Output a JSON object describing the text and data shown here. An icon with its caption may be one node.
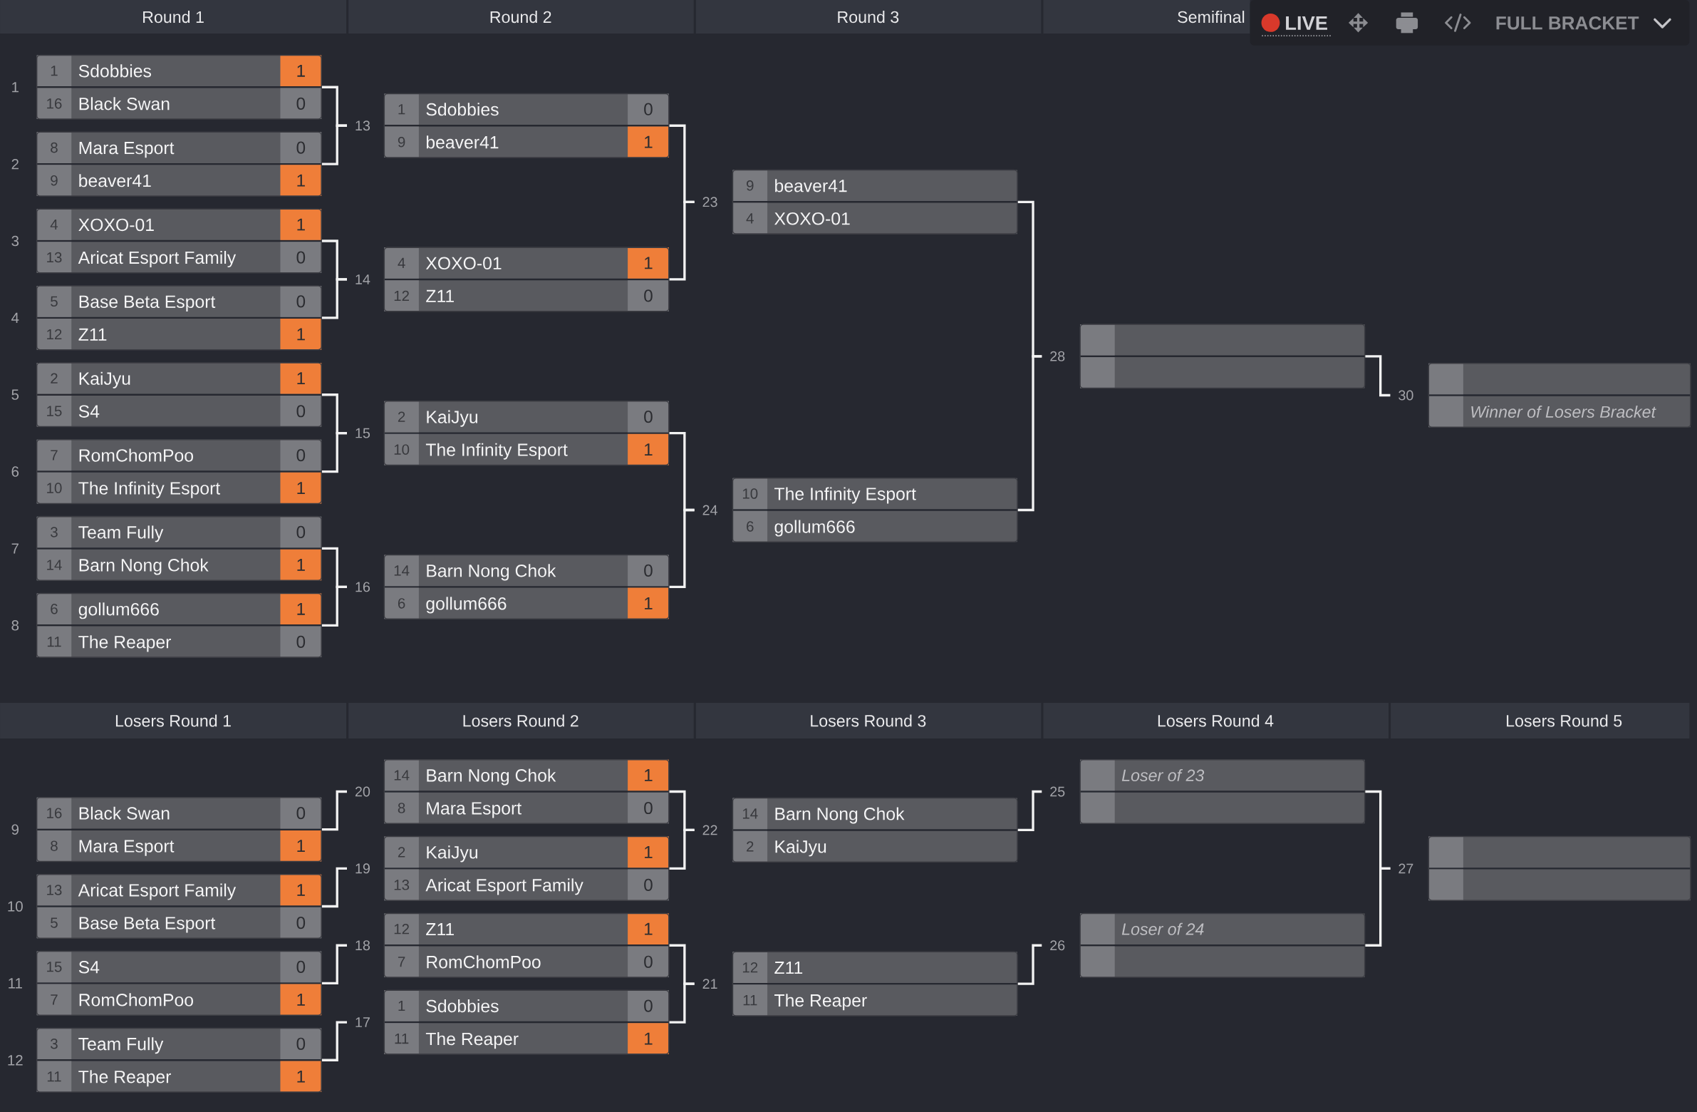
{
  "diagram": {
    "nodes": [
      {
        "text": [
          "Round 1"
        ]
      },
      {
        "text": [
          "Round 2"
        ]
      },
      {
        "text": [
          "Round 3"
        ]
      },
      {
        "text": [
          "Semifinal"
        ]
      },
      {
        "text": [],
        "shape": "box",
        "beside": [
          "1"
        ]
      },
      {
        "text": [
          "1",
          "Sdobbies",
          "1"
        ],
        "in": 4
      },
      {
        "text": [
          "16",
          "Black Swan",
          "0"
        ],
        "in": 4
      },
      {
        "text": [],
        "shape": "box",
        "beside": [
          "2"
        ]
      },
      {
        "text": [
          "8",
          "Mara Esport",
          "0"
        ],
        "in": 7
      },
      {
        "text": [
          "9",
          "beaver41",
          "1"
        ],
        "in": 7
      },
      {
        "text": [],
        "shape": "box",
        "beside": [
          "3"
        ]
      },
      {
        "text": [
          "4",
          "XOXO-01",
          "1"
        ],
        "in": 10
      },
      {
        "text": [
          "13",
          "Aricat Esport Family",
          "0"
        ],
        "in": 10
      },
      {
        "text": [],
        "shape": "box",
        "beside": [
          "4"
        ]
      },
      {
        "text": [
          "5",
          "Base Beta Esport",
          "0"
        ],
        "in": 13
      },
      {
        "text": [
          "12",
          "Z11",
          "1"
        ],
        "in": 13
      },
      {
        "text": [],
        "shape": "box",
        "beside": [
          "5"
        ]
      },
      {
        "text": [
          "2",
          "KaiJyu",
          "1"
        ],
        "in": 16
      },
      {
        "text": [
          "15",
          "S4",
          "0"
        ],
        "in": 16
      },
      {
        "text": [],
        "shape": "box",
        "beside": [
          "6"
        ]
      },
      {
        "text": [
          "7",
          "RomChomPoo",
          "0"
        ],
        "in": 19
      },
      {
        "text": [
          "10",
          "The Infinity Esport",
          "1"
        ],
        "in": 19
      },
      {
        "text": [],
        "shape": "box",
        "beside": [
          "7"
        ]
      },
      {
        "text": [
          "3",
          "Team Fully",
          "0"
        ],
        "in": 22
      },
      {
        "text": [
          "14",
          "Barn Nong Chok",
          "1"
        ],
        "in": 22
      },
      {
        "text": [],
        "shape": "box",
        "beside": [
          "8"
        ]
      },
      {
        "text": [
          "6",
          "gollum666",
          "1"
        ],
        "in": 25
      },
      {
        "text": [
          "11",
          "The Reaper",
          "0"
        ],
        "in": 25
      },
      {
        "text": [
          "13"
        ]
      },
      {
        "text": [
          "14"
        ]
      },
      {
        "text": [
          "15"
        ]
      },
      {
        "text": [
          "16"
        ]
      },
      {
        "text": [],
        "shape": "box"
      },
      {
        "text": [
          "1",
          "Sdobbies",
          "0"
        ],
        "in": 32
      },
      {
        "text": [
          "9",
          "beaver41",
          "1"
        ],
        "in": 32
      },
      {
        "text": [],
        "shape": "box"
      },
      {
        "text": [
          "4",
          "XOXO-01",
          "1"
        ],
        "in": 35
      },
      {
        "text": [
          "12",
          "Z11",
          "0"
        ],
        "in": 35
      },
      {
        "text": [],
        "shape": "box"
      },
      {
        "text": [
          "2",
          "KaiJyu",
          "0"
        ],
        "in": 38
      },
      {
        "text": [
          "10",
          "The Infinity Esport",
          "1"
        ],
        "in": 38
      },
      {
        "text": [],
        "shape": "box"
      },
      {
        "text": [
          "14",
          "Barn Nong Chok",
          "0"
        ],
        "in": 41
      },
      {
        "text": [
          "6",
          "gollum666",
          "1"
        ],
        "in": 41
      },
      {
        "text": [
          "23"
        ]
      },
      {
        "text": [
          "24"
        ]
      },
      {
        "text": [],
        "shape": "box"
      },
      {
        "text": [
          "9",
          "beaver41"
        ],
        "in": 46
      },
      {
        "text": [
          "4",
          "XOXO-01"
        ],
        "in": 46
      },
      {
        "text": [],
        "shape": "box"
      },
      {
        "text": [
          "10",
          "The Infinity Esport"
        ],
        "in": 49
      },
      {
        "text": [
          "6",
          "gollum666"
        ],
        "in": 49
      },
      {
        "text": [
          "28"
        ]
      },
      {
        "text": [],
        "shape": "box"
      },
      {
        "text": [],
        "shape": "bar",
        "in": 53
      },
      {
        "text": [],
        "shape": "bar",
        "in": 53
      },
      {
        "text": [
          "30"
        ]
      },
      {
        "text": [],
        "shape": "box"
      },
      {
        "text": [],
        "shape": "bar",
        "in": 57
      },
      {
        "text": [
          "Winner of Losers Bracket"
        ],
        "in": 57
      },
      {
        "text": [
          "Losers Round 1"
        ]
      },
      {
        "text": [
          "Losers Round 2"
        ]
      },
      {
        "text": [
          "Losers Round 3"
        ]
      },
      {
        "text": [
          "Losers Round 4"
        ]
      },
      {
        "text": [
          "Losers Round 5"
        ]
      },
      {
        "text": [],
        "shape": "box",
        "beside": [
          "9"
        ]
      },
      {
        "text": [
          "16",
          "Black Swan",
          "0"
        ],
        "in": 65
      },
      {
        "text": [
          "8",
          "Mara Esport",
          "1"
        ],
        "in": 65
      },
      {
        "text": [],
        "shape": "box",
        "beside": [
          "10"
        ]
      },
      {
        "text": [
          "13",
          "Aricat Esport Family",
          "1"
        ],
        "in": 68
      },
      {
        "text": [
          "5",
          "Base Beta Esport",
          "0"
        ],
        "in": 68
      },
      {
        "text": [],
        "shape": "box",
        "beside": [
          "11"
        ]
      },
      {
        "text": [
          "15",
          "S4",
          "0"
        ],
        "in": 71
      },
      {
        "text": [
          "7",
          "RomChomPoo",
          "1"
        ],
        "in": 71
      },
      {
        "text": [],
        "shape": "box",
        "beside": [
          "12"
        ]
      },
      {
        "text": [
          "3",
          "Team Fully",
          "0"
        ],
        "in": 74
      },
      {
        "text": [
          "11",
          "The Reaper",
          "1"
        ],
        "in": 74
      },
      {
        "text": [
          "20"
        ]
      },
      {
        "text": [
          "19"
        ]
      },
      {
        "text": [
          "18"
        ]
      },
      {
        "text": [
          "17"
        ]
      },
      {
        "text": [],
        "shape": "box"
      },
      {
        "text": [
          "14",
          "Barn Nong Chok",
          "1"
        ],
        "in": 81
      },
      {
        "text": [
          "8",
          "Mara Esport",
          "0"
        ],
        "in": 81
      },
      {
        "text": [],
        "shape": "box"
      },
      {
        "text": [
          "2",
          "KaiJyu",
          "1"
        ],
        "in": 84
      },
      {
        "text": [
          "13",
          "Aricat Esport Family",
          "0"
        ],
        "in": 84
      },
      {
        "text": [],
        "shape": "box"
      },
      {
        "text": [
          "12",
          "Z11",
          "1"
        ],
        "in": 87
      },
      {
        "text": [
          "7",
          "RomChomPoo",
          "0"
        ],
        "in": 87
      },
      {
        "text": [],
        "shape": "box"
      },
      {
        "text": [
          "1",
          "Sdobbies",
          "0"
        ],
        "in": 90
      },
      {
        "text": [
          "11",
          "The Reaper",
          "1"
        ],
        "in": 90
      },
      {
        "text": [
          "22"
        ]
      },
      {
        "text": [
          "21"
        ]
      },
      {
        "text": [],
        "shape": "box"
      },
      {
        "text": [
          "14",
          "Barn Nong Chok"
        ],
        "in": 95
      },
      {
        "text": [
          "2",
          "KaiJyu"
        ],
        "in": 95
      },
      {
        "text": [],
        "shape": "box"
      },
      {
        "text": [
          "12",
          "Z11"
        ],
        "in": 98
      },
      {
        "text": [
          "11",
          "The Reaper"
        ],
        "in": 98
      },
      {
        "text": [
          "25"
        ]
      },
      {
        "text": [
          "26"
        ]
      },
      {
        "text": [],
        "shape": "box"
      },
      {
        "text": [
          "Loser of 23"
        ],
        "in": 103
      },
      {
        "text": [],
        "shape": "bar",
        "in": 103
      },
      {
        "text": [],
        "shape": "box"
      },
      {
        "text": [
          "Loser of 24"
        ],
        "in": 106
      },
      {
        "text": [],
        "shape": "bar",
        "in": 106
      },
      {
        "text": [
          "27"
        ]
      },
      {
        "text": [],
        "shape": "box"
      },
      {
        "text": [],
        "shape": "bar",
        "in": 110
      },
      {
        "text": [],
        "shape": "bar",
        "in": 110
      }
    ],
    "edges": [
      {
        "from": 4,
        "to": 28,
        "arrow": "none"
      },
      {
        "from": 7,
        "to": 28,
        "arrow": "none"
      },
      {
        "from": 10,
        "to": 29,
        "arrow": "none"
      },
      {
        "from": 13,
        "to": 29,
        "arrow": "none"
      },
      {
        "from": 16,
        "to": 30,
        "arrow": "none"
      },
      {
        "from": 19,
        "to": 30,
        "arrow": "none"
      },
      {
        "from": 22,
        "to": 31,
        "arrow": "none"
      },
      {
        "from": 25,
        "to": 31,
        "arrow": "none"
      },
      {
        "from": 32,
        "to": 44,
        "arrow": "none"
      },
      {
        "from": 35,
        "to": 44,
        "arrow": "none"
      },
      {
        "from": 38,
        "to": 45,
        "arrow": "none"
      },
      {
        "from": 41,
        "to": 45,
        "arrow": "none"
      },
      {
        "from": 46,
        "to": 52,
        "arrow": "none"
      },
      {
        "from": 49,
        "to": 52,
        "arrow": "none"
      },
      {
        "from": 53,
        "to": 56,
        "arrow": "none"
      },
      {
        "from": 65,
        "to": 77,
        "arrow": "none"
      },
      {
        "from": 68,
        "to": 78,
        "arrow": "none"
      },
      {
        "from": 71,
        "to": 79,
        "arrow": "none"
      },
      {
        "from": 74,
        "to": 80,
        "arrow": "none"
      },
      {
        "from": 81,
        "to": 93,
        "arrow": "none"
      },
      {
        "from": 84,
        "to": 93,
        "arrow": "none"
      },
      {
        "from": 87,
        "to": 94,
        "arrow": "none"
      },
      {
        "from": 90,
        "to": 94,
        "arrow": "none"
      },
      {
        "from": 95,
        "to": 101,
        "arrow": "none"
      },
      {
        "from": 98,
        "to": 102,
        "arrow": "none"
      },
      {
        "from": 103,
        "to": 109,
        "arrow": "none"
      },
      {
        "from": 106,
        "to": 109,
        "arrow": "none"
      }
    ],
    "labels": [
      "LIVE",
      "FULL BRACKET"
    ]
  }
}
